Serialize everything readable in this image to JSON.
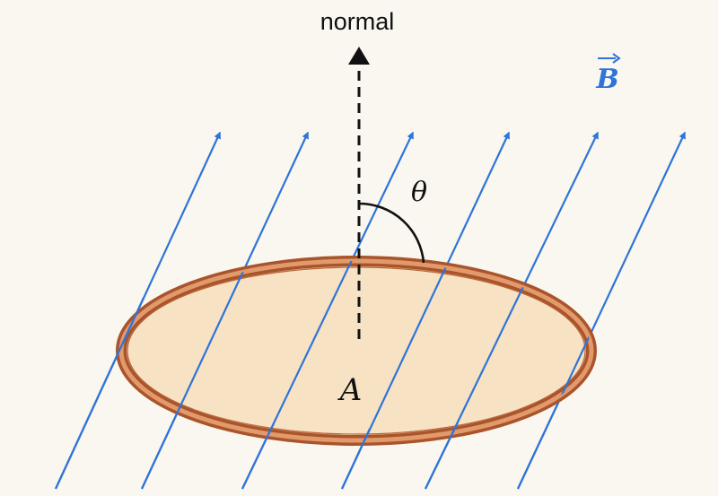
{
  "labels": {
    "normal": "normal",
    "field": "B",
    "angle": "θ",
    "area": "A"
  },
  "colors": {
    "background": "#faf7f0",
    "field_lines": "#2f74d9",
    "loop_outer": "#a9542b",
    "loop_inner": "#e29a6c",
    "loop_fill": "#f7e3c4",
    "normal_arrow": "#111111",
    "text": "#111111",
    "field_label": "#2f74d9"
  }
}
